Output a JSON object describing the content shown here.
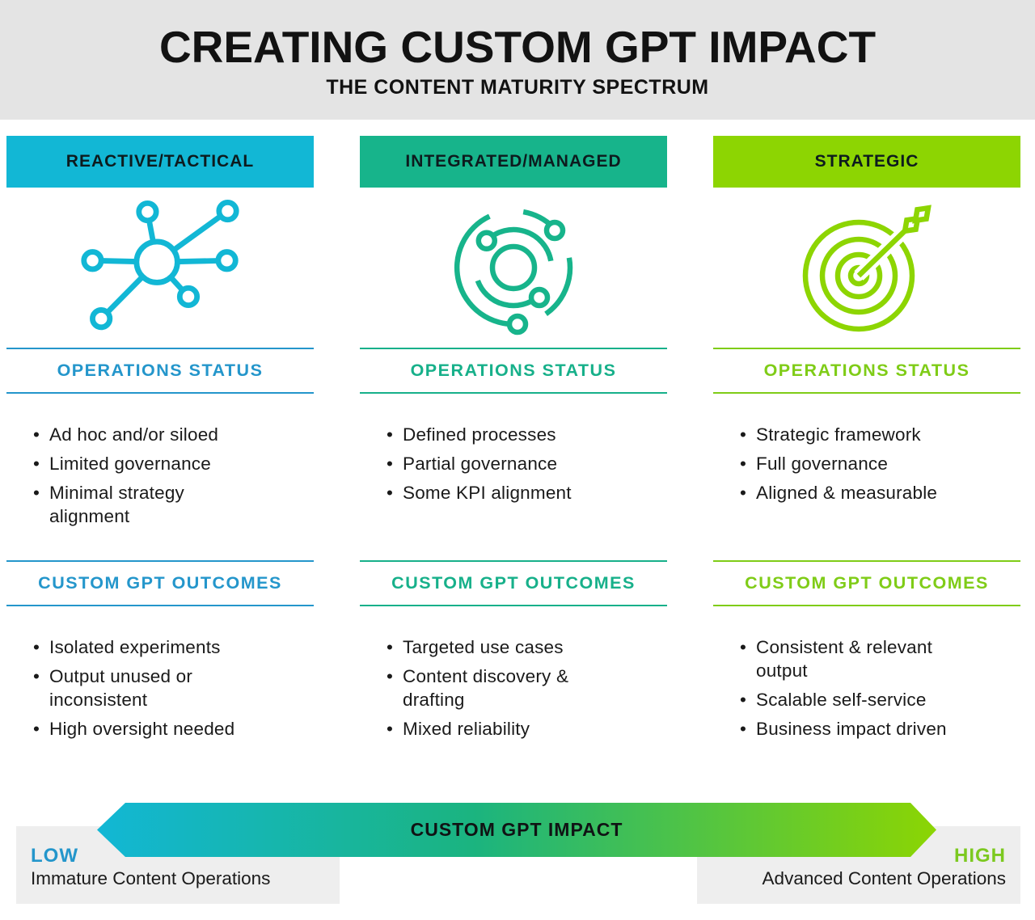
{
  "header": {
    "title": "CREATING CUSTOM GPT IMPACT",
    "subtitle": "THE CONTENT MATURITY SPECTRUM"
  },
  "columns": [
    {
      "label": "REACTIVE/TACTICAL",
      "bar_color": "#12B7D5",
      "accent_color": "#2496CB",
      "icon": "network-hub-icon",
      "operations_status": {
        "heading": "OPERATIONS STATUS",
        "bullets": [
          "Ad hoc and/or siloed",
          "Limited governance",
          "Minimal strategy\nalignment"
        ]
      },
      "gpt_outcomes": {
        "heading": "CUSTOM GPT OUTCOMES",
        "bullets": [
          "Isolated experiments",
          "Output unused or\ninconsistent",
          "High oversight needed"
        ]
      }
    },
    {
      "label": "INTEGRATED/MANAGED",
      "bar_color": "#17B48B",
      "accent_color": "#17B08A",
      "icon": "orbit-process-icon",
      "operations_status": {
        "heading": "OPERATIONS STATUS",
        "bullets": [
          "Defined processes",
          "Partial governance",
          "Some KPI alignment"
        ]
      },
      "gpt_outcomes": {
        "heading": "CUSTOM GPT OUTCOMES",
        "bullets": [
          "Targeted use cases",
          "Content discovery &\ndrafting",
          "Mixed reliability"
        ]
      }
    },
    {
      "label": "STRATEGIC",
      "bar_color": "#8DD502",
      "accent_color": "#7FCC17",
      "icon": "target-arrow-icon",
      "operations_status": {
        "heading": "OPERATIONS STATUS",
        "bullets": [
          "Strategic framework",
          "Full governance",
          "Aligned & measurable"
        ]
      },
      "gpt_outcomes": {
        "heading": "CUSTOM GPT OUTCOMES",
        "bullets": [
          "Consistent & relevant\noutput",
          "Scalable self-service",
          "Business impact driven"
        ]
      }
    }
  ],
  "impact_bar": {
    "label": "CUSTOM GPT IMPACT",
    "gradient": [
      "#12B7D5",
      "#1BB47F",
      "#8CD503"
    ],
    "low": {
      "level": "LOW",
      "caption": "Immature Content Operations",
      "color": "#2496CB"
    },
    "high": {
      "level": "HIGH",
      "caption": "Advanced Content Operations",
      "color": "#7CC920"
    }
  }
}
